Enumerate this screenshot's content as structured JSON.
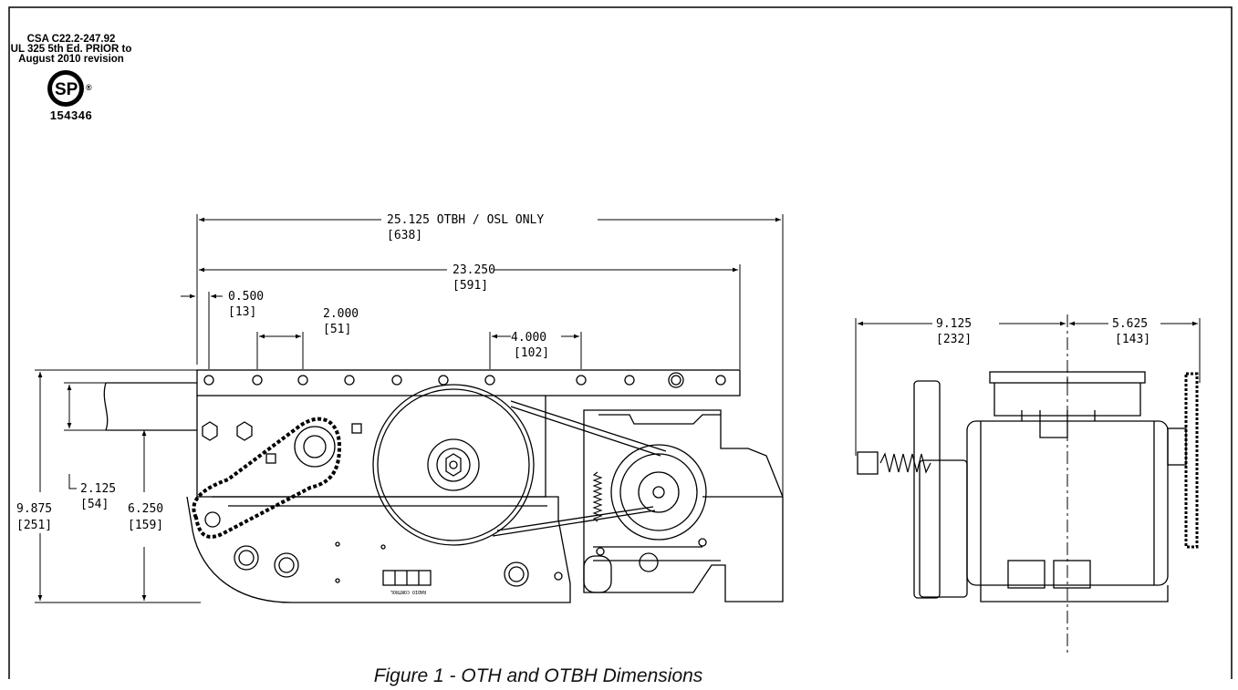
{
  "certification": {
    "line1": "CSA C22.2-247.92",
    "line2": "UL 325 5th Ed. PRIOR to",
    "line3": "August 2010 revision",
    "logo_text": "SP",
    "registered": "®",
    "number": "154346"
  },
  "dimensions": {
    "overall_otbh": {
      "value": "25.125 OTBH / OSL ONLY",
      "metric": "[638]"
    },
    "length": {
      "value": "23.250",
      "metric": "[591]"
    },
    "edge_offset": {
      "value": "0.500",
      "metric": "[13]"
    },
    "hole_pitch_small": {
      "value": "2.000",
      "metric": "[51]"
    },
    "hole_pitch_large": {
      "value": "4.000",
      "metric": "[102]"
    },
    "rail_height": {
      "value": "2.125",
      "metric": "[54]"
    },
    "total_height": {
      "value": "9.875",
      "metric": "[251]"
    },
    "mount_height": {
      "value": "6.250",
      "metric": "[159]"
    },
    "side_left": {
      "value": "9.125",
      "metric": "[232]"
    },
    "side_right": {
      "value": "5.625",
      "metric": "[143]"
    }
  },
  "labels": {
    "radio_control": "RADIO CONTROL"
  },
  "caption": "Figure 1 - OTH and OTBH Dimensions"
}
